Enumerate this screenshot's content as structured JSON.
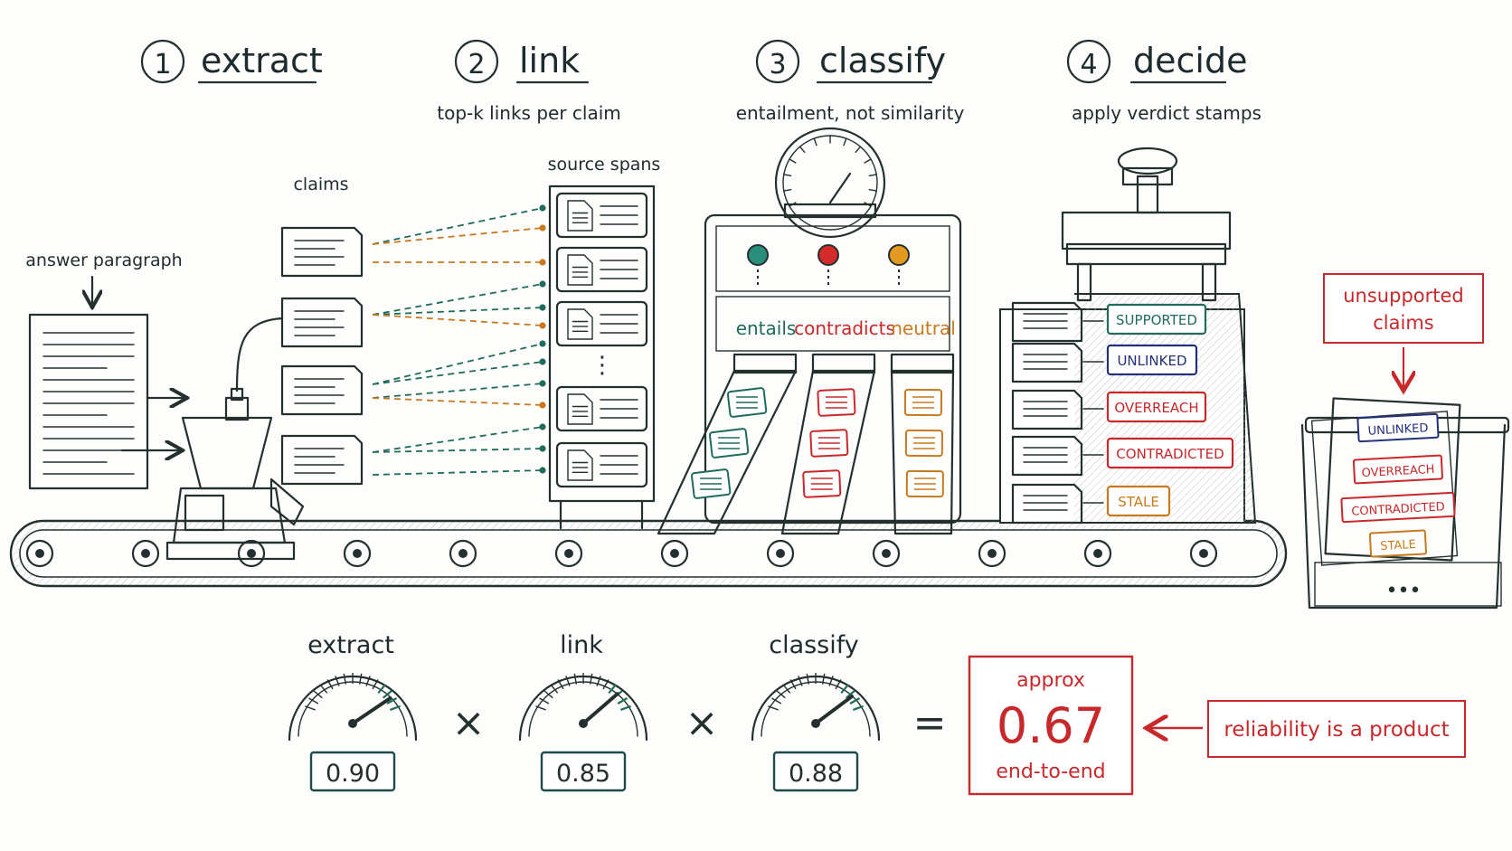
{
  "steps": [
    {
      "num": "1",
      "title": "extract",
      "subtitle": ""
    },
    {
      "num": "2",
      "title": "link",
      "subtitle": "top-k links per claim"
    },
    {
      "num": "3",
      "title": "classify",
      "subtitle": "entailment, not similarity"
    },
    {
      "num": "4",
      "title": "decide",
      "subtitle": "apply verdict stamps"
    }
  ],
  "labels": {
    "answer_paragraph": "answer paragraph",
    "claims": "claims",
    "source_spans": "source spans",
    "ellipsis": "⋮"
  },
  "classifier": {
    "chutes": [
      {
        "label": "entails",
        "color": "#1f6b5c"
      },
      {
        "label": "contradicts",
        "color": "#c8282a"
      },
      {
        "label": "neutral",
        "color": "#c8791e"
      }
    ],
    "lights": [
      "#2a8f7a",
      "#d42a2a",
      "#e39a20"
    ]
  },
  "stamps": [
    {
      "label": "SUPPORTED",
      "color": "#1f6b5c"
    },
    {
      "label": "UNLINKED",
      "color": "#24307a"
    },
    {
      "label": "OVERREACH",
      "color": "#c8282a"
    },
    {
      "label": "CONTRADICTED",
      "color": "#c8282a"
    },
    {
      "label": "STALE",
      "color": "#c8791e"
    }
  ],
  "bin": {
    "callout": [
      "unsupported",
      "claims"
    ],
    "stamps": [
      {
        "label": "UNLINKED",
        "color": "#24307a"
      },
      {
        "label": "OVERREACH",
        "color": "#c8282a"
      },
      {
        "label": "CONTRADICTED",
        "color": "#c8282a"
      },
      {
        "label": "STALE",
        "color": "#c8791e"
      }
    ],
    "dots": "•••"
  },
  "meters": [
    {
      "label": "extract",
      "value": "0.90",
      "fraction": 0.9
    },
    {
      "label": "link",
      "value": "0.85",
      "fraction": 0.85
    },
    {
      "label": "classify",
      "value": "0.88",
      "fraction": 0.88
    }
  ],
  "operators": {
    "times": "×",
    "equals": "="
  },
  "result": {
    "top": "approx",
    "value": "0.67",
    "bottom": "end-to-end",
    "color": "#c8282a"
  },
  "note": "reliability is a product"
}
